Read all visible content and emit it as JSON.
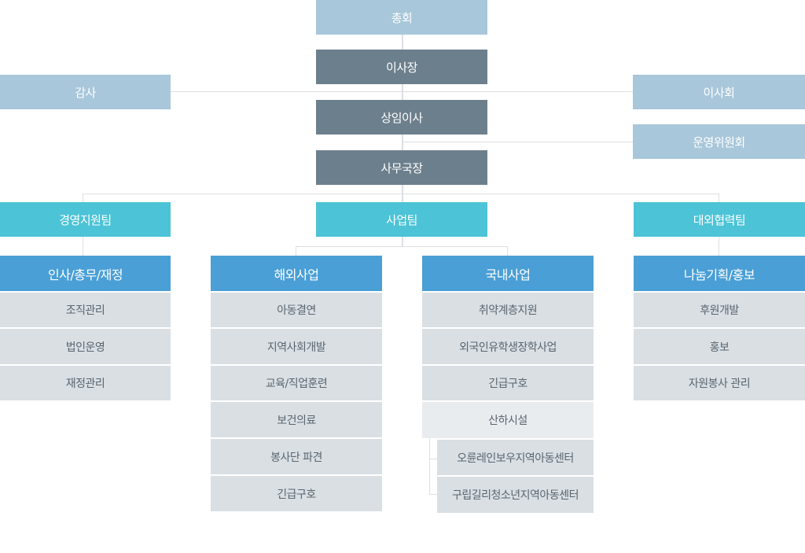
{
  "org": {
    "general_assembly": "총회",
    "chairman": "이사장",
    "auditor": "감사",
    "board": "이사회",
    "standing_director": "상임이사",
    "operating_committee": "운영위원회",
    "secretary_general": "사무국장",
    "teams": [
      {
        "name": "경영지원팀",
        "section": "인사/총무/재정",
        "items": [
          "조직관리",
          "법인운영",
          "재정관리"
        ]
      },
      {
        "name": "사업팀",
        "sections": [
          {
            "section": "해외사업",
            "items": [
              "아동결연",
              "지역사회개발",
              "교육/직업훈련",
              "보건의료",
              "봉사단 파견",
              "긴급구호"
            ]
          },
          {
            "section": "국내사업",
            "items": [
              "취약계층지원",
              "외국인유학생장학사업",
              "긴급구호",
              "산하시설"
            ],
            "facilities": [
              "오륜레인보우지역아동센터",
              "구립길리청소년지역아동센터"
            ]
          }
        ]
      },
      {
        "name": "대외협력팀",
        "section": "나눔기획/홍보",
        "items": [
          "후원개발",
          "홍보",
          "자원봉사 관리"
        ]
      }
    ]
  }
}
